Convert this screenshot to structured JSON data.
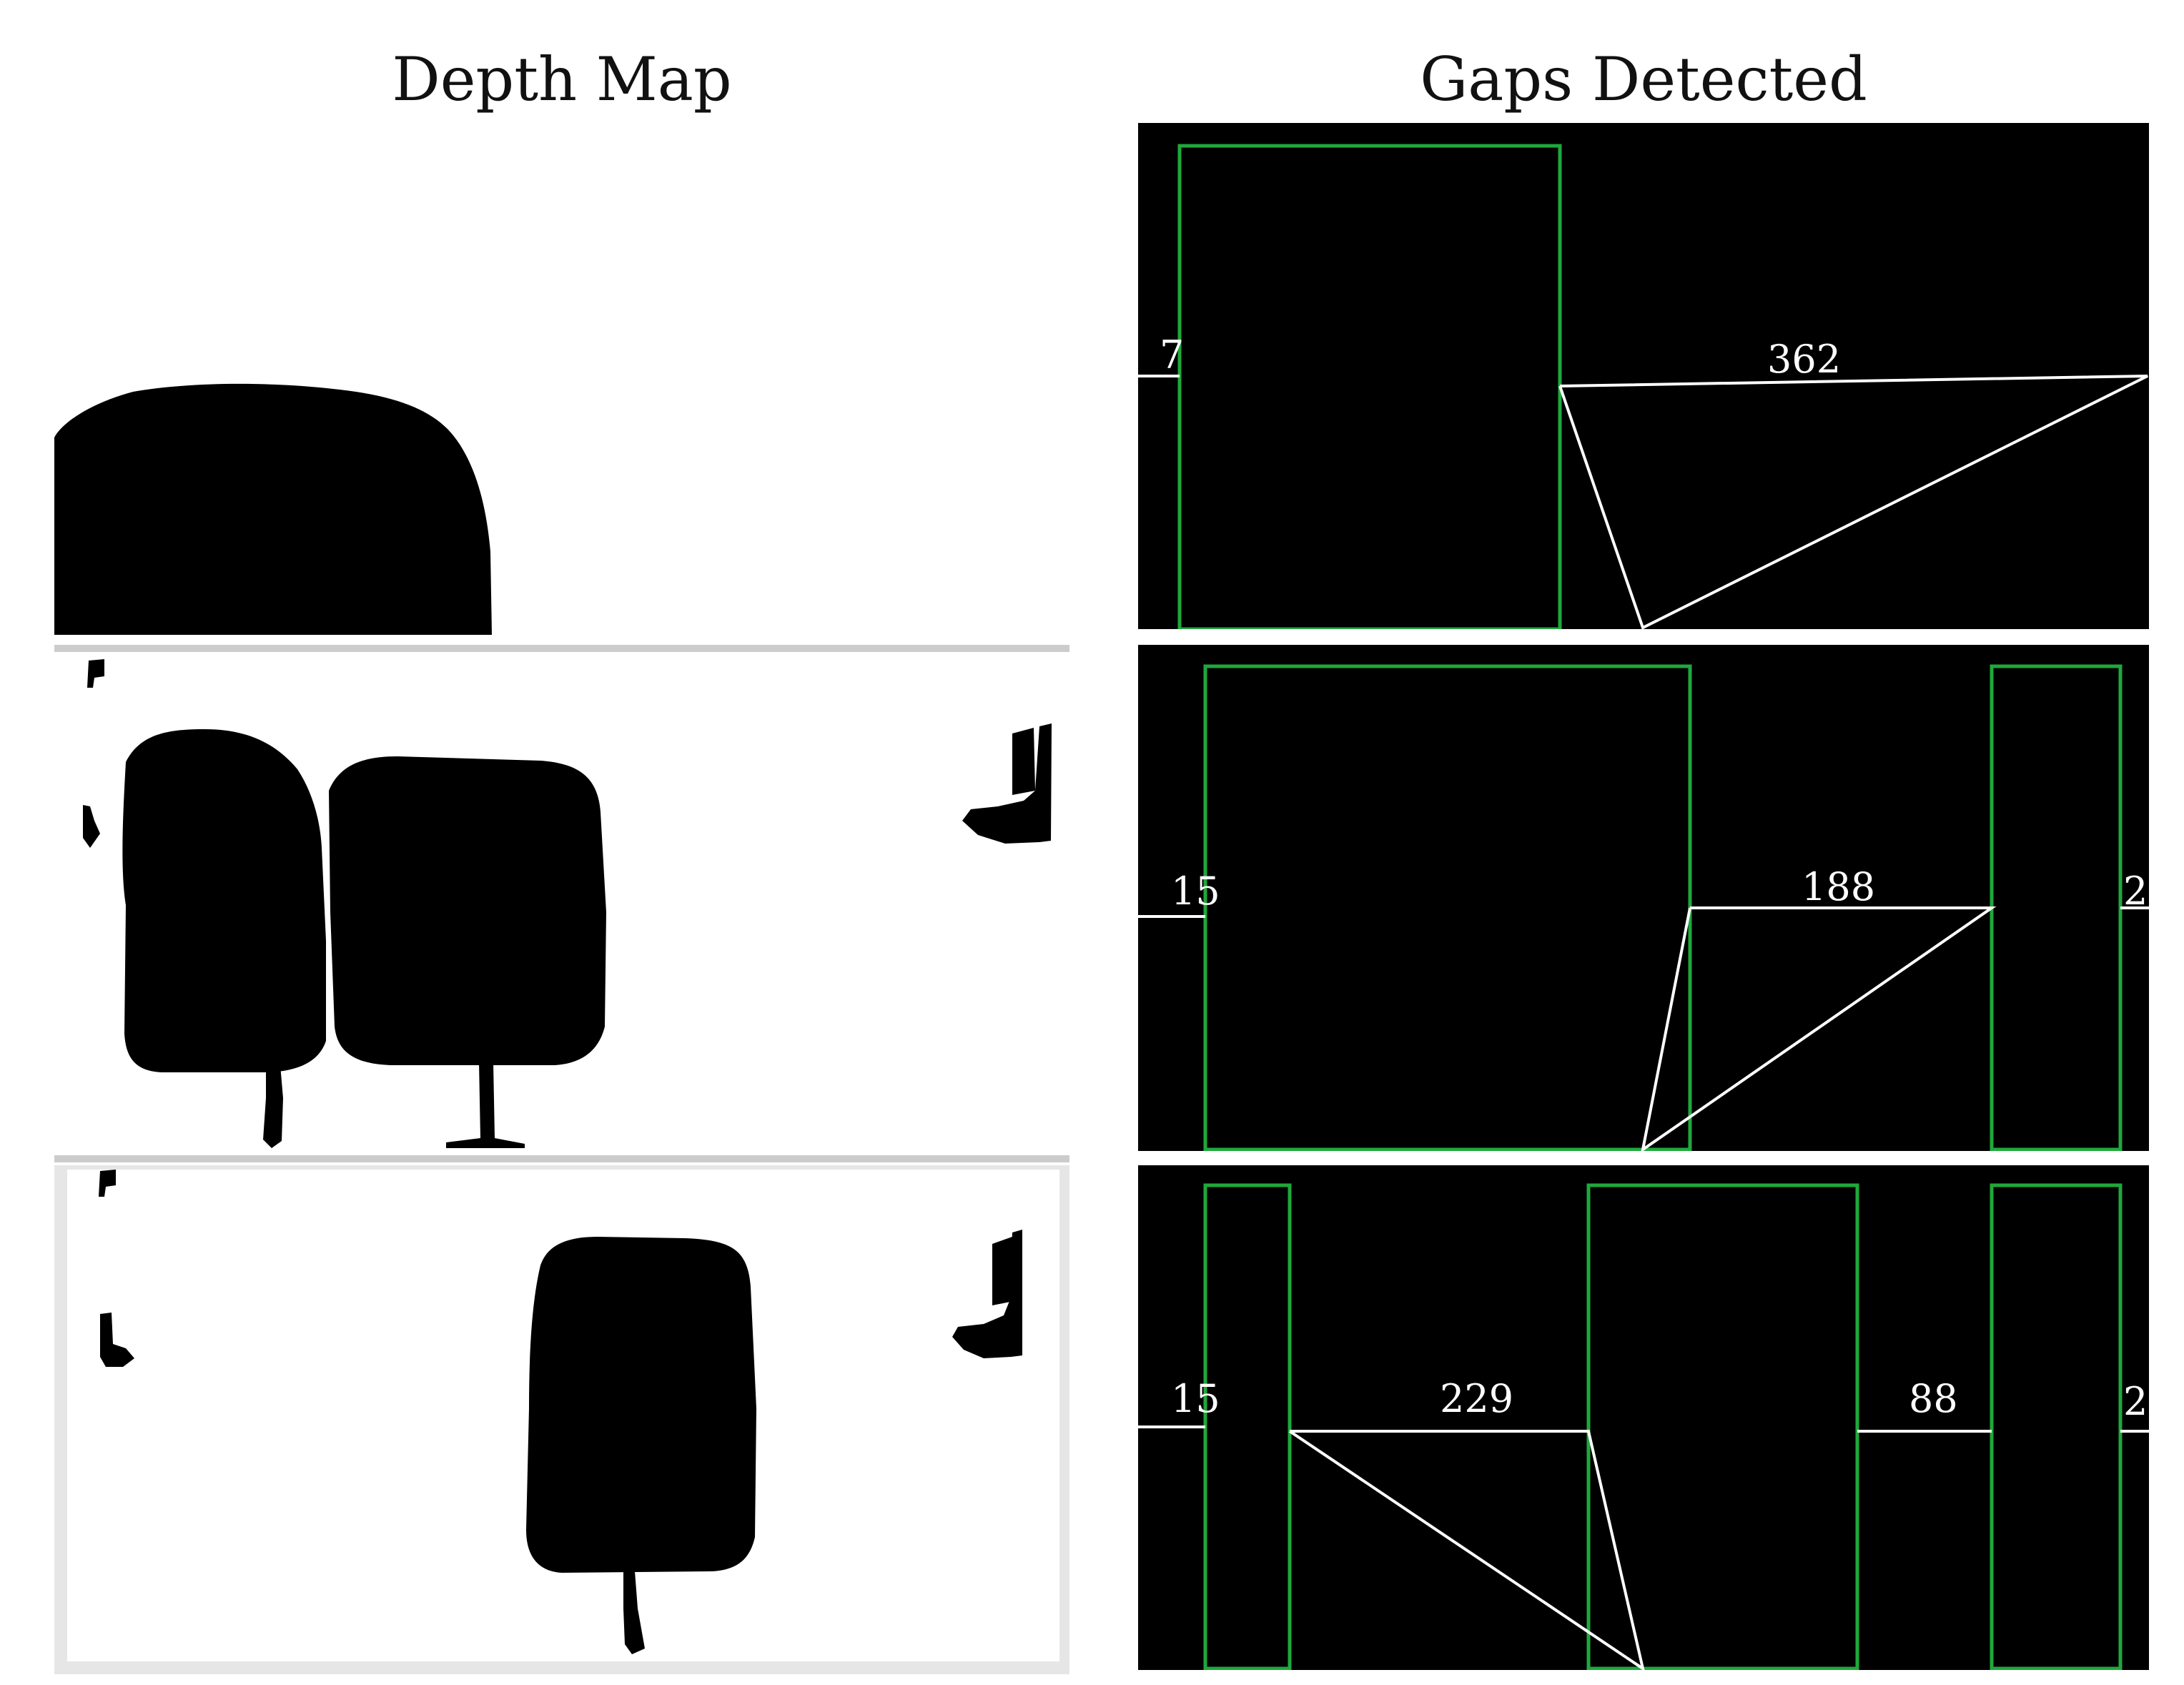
{
  "titles": {
    "depth_map": "Depth Map",
    "gaps_detected": "Gaps Detected"
  },
  "colors": {
    "obstacle_box": "#1fa83c",
    "gap_line": "#ffffff",
    "depth_background": "#ffffff",
    "depth_obstacle": "#000000",
    "gaps_background": "#000000"
  },
  "rows": [
    {
      "gap_labels": {
        "left_edge": "7",
        "gap_1": "362"
      }
    },
    {
      "gap_labels": {
        "left_edge": "15",
        "gap_1": "188",
        "right_edge": "2"
      }
    },
    {
      "gap_labels": {
        "left_edge": "15",
        "gap_1": "229",
        "gap_2": "88",
        "right_edge": "2"
      }
    }
  ]
}
